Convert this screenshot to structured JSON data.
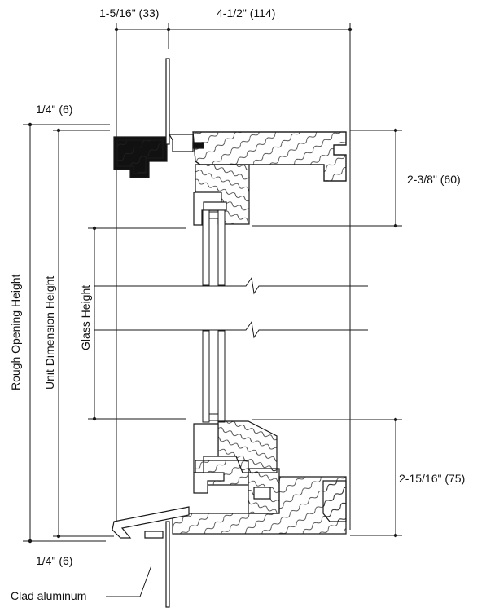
{
  "dimensions": {
    "top_left_width": "1-5/16\" (33)",
    "top_total_width": "4-1/2\" (114)",
    "top_gap": "1/4\" (6)",
    "bottom_gap": "1/4\" (6)",
    "head_height": "2-3/8\" (60)",
    "sill_height": "2-15/16\" (75)"
  },
  "vertical_labels": {
    "rough_opening": "Rough Opening Height",
    "unit_dimension": "Unit Dimension Height",
    "glass": "Glass Height"
  },
  "callout": {
    "clad_aluminum": "Clad aluminum"
  },
  "colors": {
    "line": "#1a1a1a",
    "wood_fill": "#ffffff",
    "dark_fill": "#111111"
  }
}
